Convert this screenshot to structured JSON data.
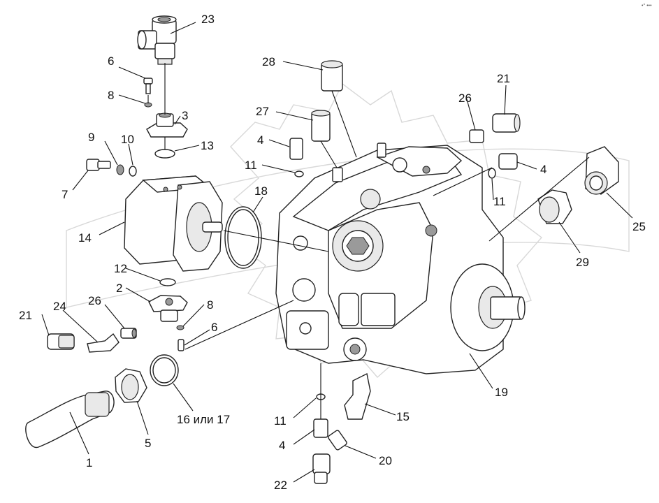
{
  "diagram": {
    "corner_mark": "•° •••",
    "callouts": [
      {
        "id": "c23",
        "text": "23"
      },
      {
        "id": "c6a",
        "text": "6"
      },
      {
        "id": "c8a",
        "text": "8"
      },
      {
        "id": "c3",
        "text": "3"
      },
      {
        "id": "c9",
        "text": "9"
      },
      {
        "id": "c10",
        "text": "10"
      },
      {
        "id": "c13",
        "text": "13"
      },
      {
        "id": "c7",
        "text": "7"
      },
      {
        "id": "c14",
        "text": "14"
      },
      {
        "id": "c18",
        "text": "18"
      },
      {
        "id": "c12",
        "text": "12"
      },
      {
        "id": "c2",
        "text": "2"
      },
      {
        "id": "c26a",
        "text": "26"
      },
      {
        "id": "c8b",
        "text": "8"
      },
      {
        "id": "c21a",
        "text": "21"
      },
      {
        "id": "c24",
        "text": "24"
      },
      {
        "id": "c6b",
        "text": "6"
      },
      {
        "id": "c16",
        "text": "16 или 17"
      },
      {
        "id": "c5",
        "text": "5"
      },
      {
        "id": "c1",
        "text": "1"
      },
      {
        "id": "c28",
        "text": "28"
      },
      {
        "id": "c27",
        "text": "27"
      },
      {
        "id": "c4a",
        "text": "4"
      },
      {
        "id": "c11a",
        "text": "11"
      },
      {
        "id": "c26b",
        "text": "26"
      },
      {
        "id": "c21b",
        "text": "21"
      },
      {
        "id": "c4b",
        "text": "4"
      },
      {
        "id": "c11b",
        "text": "11"
      },
      {
        "id": "c25",
        "text": "25"
      },
      {
        "id": "c29",
        "text": "29"
      },
      {
        "id": "c19",
        "text": "19"
      },
      {
        "id": "c15",
        "text": "15"
      },
      {
        "id": "c11c",
        "text": "11"
      },
      {
        "id": "c4c",
        "text": "4"
      },
      {
        "id": "c20",
        "text": "20"
      },
      {
        "id": "c22",
        "text": "22"
      }
    ]
  }
}
